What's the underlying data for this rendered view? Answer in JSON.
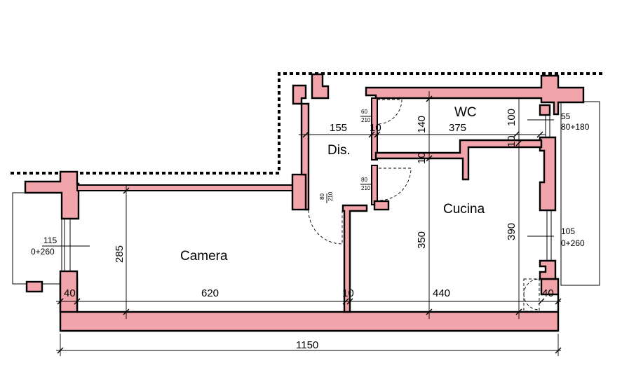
{
  "rooms": {
    "camera": "Camera",
    "cucina": "Cucina",
    "wc": "WC",
    "dis": "Dis."
  },
  "dimensions": {
    "total_width": "1150",
    "camera_width": "620",
    "cucina_width": "440",
    "left_wall": "40",
    "right_wall": "40",
    "partition": "10",
    "camera_height": "285",
    "cucina_height": "350",
    "cucina_total_height": "390",
    "dis_width": "155",
    "wc_width": "375",
    "wc_height": "140",
    "wc_height_right": "100",
    "wall_10_a": "10",
    "wall_10_b": "10",
    "wall_10_c": "10"
  },
  "openings": {
    "window_left": {
      "width": "115",
      "height": "0+260"
    },
    "window_right_top": {
      "width": "55",
      "height": "80+180"
    },
    "window_right_bottom": {
      "width": "105",
      "height": "0+260"
    },
    "door_wc": {
      "width": "60",
      "height": "210"
    },
    "door_cucina": {
      "width": "80",
      "height": "210"
    },
    "door_camera": {
      "width": "80",
      "height": "210"
    }
  }
}
